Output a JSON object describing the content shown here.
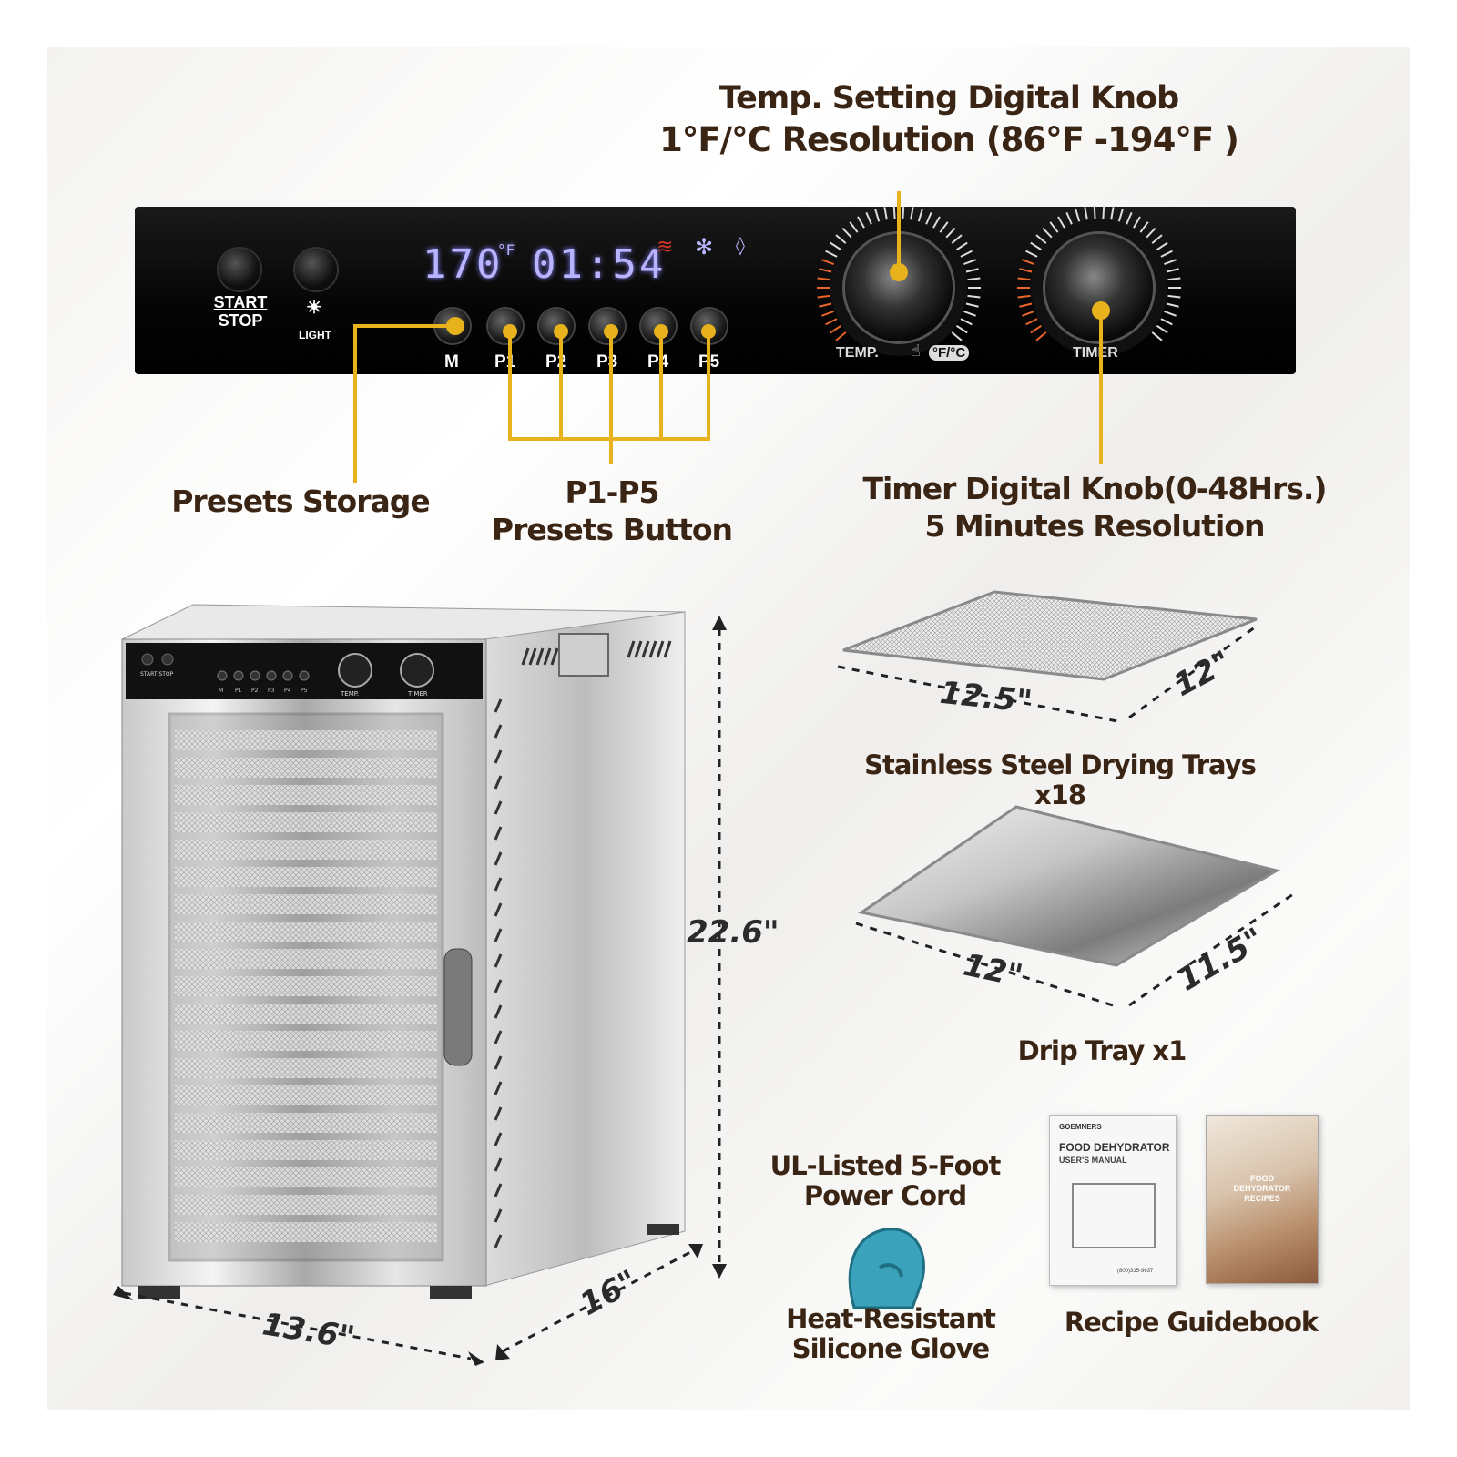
{
  "callouts": {
    "temp_knob_line1": "Temp. Setting Digital Knob",
    "temp_knob_line2": "1°F/°C Resolution (86°F -194°F )",
    "presets_storage": "Presets Storage",
    "presets_button_line1": "P1-P5",
    "presets_button_line2": "Presets Button",
    "timer_knob_line1": "Timer Digital Knob(0-48Hrs.)",
    "timer_knob_line2": "5 Minutes Resolution"
  },
  "panel": {
    "start_stop_line1": "START",
    "start_stop_line2": "STOP",
    "light_label": "LIGHT",
    "temp_display": "170",
    "temp_unit": "°F",
    "timer_display": "01:54",
    "preset_buttons": [
      "M",
      "P1",
      "P2",
      "P3",
      "P4",
      "P5"
    ],
    "temp_label": "TEMP.",
    "unit_toggle": "°F/°C",
    "timer_label": "TIMER",
    "colors": {
      "panel": "#000000",
      "display": "#b9b4ff",
      "accent": "#e8b21c",
      "heat": "#d9342b",
      "fan": "#b9b4ff"
    },
    "icons": [
      "light-bulb-icon",
      "heat-icon",
      "fan-icon",
      "light-icon",
      "hand-pointer-icon"
    ]
  },
  "dimensions": {
    "height": "22.6\"",
    "width": "13.6\"",
    "depth": "16\"",
    "tray_length": "12.5\"",
    "tray_width": "12\"",
    "drip_length": "12\"",
    "drip_width": "11.5\""
  },
  "captions": {
    "drying_trays": "Stainless Steel Drying Trays x18",
    "drip_tray": "Drip Tray x1",
    "power_cord_line1": "UL-Listed 5-Foot",
    "power_cord_line2": "Power Cord",
    "glove_line1": "Heat-Resistant",
    "glove_line2": "Silicone Glove",
    "recipe_book": "Recipe Guidebook"
  },
  "manual": {
    "brand": "GOEMNERS",
    "title": "FOOD DEHYDRATOR",
    "subtitle": "USER'S MANUAL",
    "phone": "(800)315-9637"
  },
  "recipe_cover": {
    "line1": "FOOD",
    "line2": "DEHYDRATOR",
    "line3": "RECIPES"
  },
  "mini_panel": {
    "labels": [
      "M",
      "P1",
      "P2",
      "P3",
      "P4",
      "P5"
    ],
    "temp": "TEMP.",
    "timer": "TIMER",
    "start_stop": "START STOP"
  }
}
